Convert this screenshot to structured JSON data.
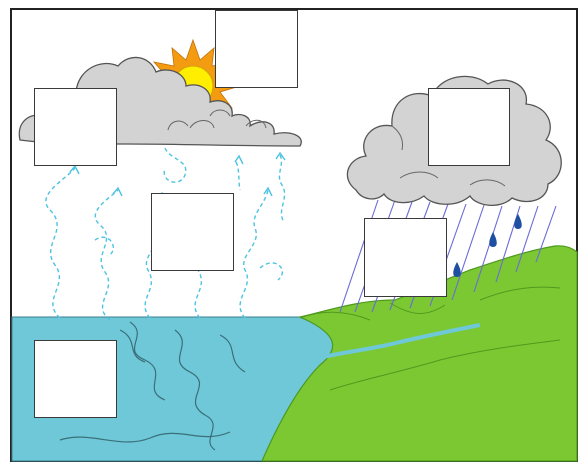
{
  "diagram": {
    "labels": [
      {
        "id": "box-top-center",
        "text": ""
      },
      {
        "id": "box-left-cloud",
        "text": ""
      },
      {
        "id": "box-right-cloud",
        "text": ""
      },
      {
        "id": "box-middle",
        "text": ""
      },
      {
        "id": "box-rain",
        "text": ""
      },
      {
        "id": "box-water",
        "text": ""
      }
    ]
  },
  "colors": {
    "sky": "#ffffff",
    "water": "#6ec8d8",
    "land": "#7cc833",
    "land_dark": "#4e9a1e",
    "cloud": "#d3d3d3",
    "cloud_outline": "#555555",
    "sun_core": "#ffee00",
    "sun_rays": "#f39c12",
    "evaporation": "#4cc3e0",
    "rain_lines": "#6b6bd6",
    "raindrops": "#1e4fa0",
    "frame": "#222222"
  },
  "icons": [
    "sun-icon",
    "cloud-icon",
    "storm-cloud-icon",
    "raindrop-icon"
  ]
}
